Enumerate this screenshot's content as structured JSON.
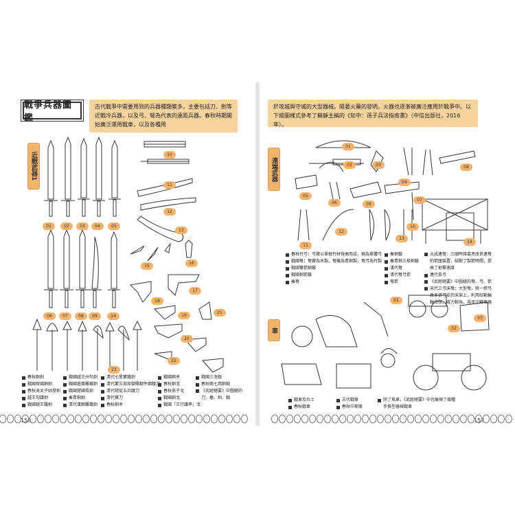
{
  "left_page": {
    "title": "戰爭兵器圖鑑",
    "intro": "古代戰爭中需要用到的兵器種類繁多，主要包括刀、劍等近戰冷兵器，以及弓、弩為代表的遠距兵器。春秋時期開始廣泛運用戰車，以及各種用",
    "section_tab": "近戰武器1",
    "page_number": "156",
    "legend_col1": [
      "春秋銅劍",
      "戰國齊國銅劍",
      "春秋吳太子姑發劍",
      "越王勾踐劍",
      "戰國趙王鐵劍"
    ],
    "legend_col2": [
      "戰國越王州句劍",
      "戰國蒼面雕鐵劍",
      "戰國楚國長劍",
      "秦青銅劍",
      "清代漢朝雕鐵劍"
    ],
    "legend_col3": [
      "清代七星寶鐵劍",
      "清代蒙古部族御賜鋼件鋼腰刀",
      "清代隨從五兵腰刀",
      "清代寶刀",
      "春秋銅矛"
    ],
    "legend_col4": [
      "戰國銅矛",
      "春秋銅戈",
      "春秋孫子戈",
      "戰國銅戈",
      "戰國「王行議率」戈"
    ],
    "legend_col5": [
      "戰國三戈戟",
      "春秋兩七用銅戟",
      "《武經總要》中圖繪的刀、槍、劍、戟"
    ],
    "badges": [
      "01",
      "02",
      "03",
      "04",
      "05",
      "06",
      "07",
      "08",
      "09",
      "14",
      "10",
      "11",
      "12",
      "13",
      "15",
      "16",
      "17",
      "18",
      "19",
      "20",
      "21",
      "22",
      "23"
    ]
  },
  "right_page": {
    "intro": "於攻城與守城的大型器械。隨著火藥的發明，火器也逐漸被廣泛應用於戰爭中。以下繪圖樣式參考了蘇靜主編的《知中：孫子兵法指南書》（中信出版社，2016年）。",
    "section_tab_1": "遠端武器",
    "section_tab_2": "車",
    "page_number": "157",
    "legend_col1": [
      "春秋竹弓：弓臂以單根竹材彎曲而成，稱為單體弓",
      "戰國弩：弩臂為木製，弩機為青銅製，弩弓為竹製",
      "戰國雙箭銅鏃",
      "戰國銅箭鏃",
      "秦弩"
    ],
    "legend_col2": [
      "秦銅鏃",
      "秦青銅三棱銅鏃",
      "漢代弩",
      "清代弩弓箭",
      "弩箭"
    ],
    "legend_col3": [
      "元成連弩：三國時諸葛亮改良連弩的箭匣裝置，結配了製箭時間，提高了射擊速度",
      "連代長弓",
      "《武經總要》中圖繪的弩、弓、箭",
      "宋代三弓床弩：大型弩，將一張弓改多張弓安於床架上，利用絞動輪軸拉弦，威力較強，為攻守轉車器"
    ],
    "legend_chariot_col1": [
      "戰車及兵士",
      "春秋戰車"
    ],
    "legend_chariot_col2": [
      "古代戰車",
      "春秋中期車"
    ],
    "legend_chariot_col3": [
      "除了馬車，《武經總要》中也展現了幾種",
      "手推型器械戰車"
    ],
    "badges": [
      "01",
      "02",
      "03",
      "04",
      "05",
      "06",
      "07",
      "08",
      "09",
      "10",
      "11",
      "12",
      "13",
      "14"
    ],
    "chariot_badges": [
      "01",
      "02",
      "03"
    ]
  },
  "colors": {
    "accent_orange": "#f3b36b",
    "intro_bg": "#f7d49d",
    "ink": "#333333"
  }
}
